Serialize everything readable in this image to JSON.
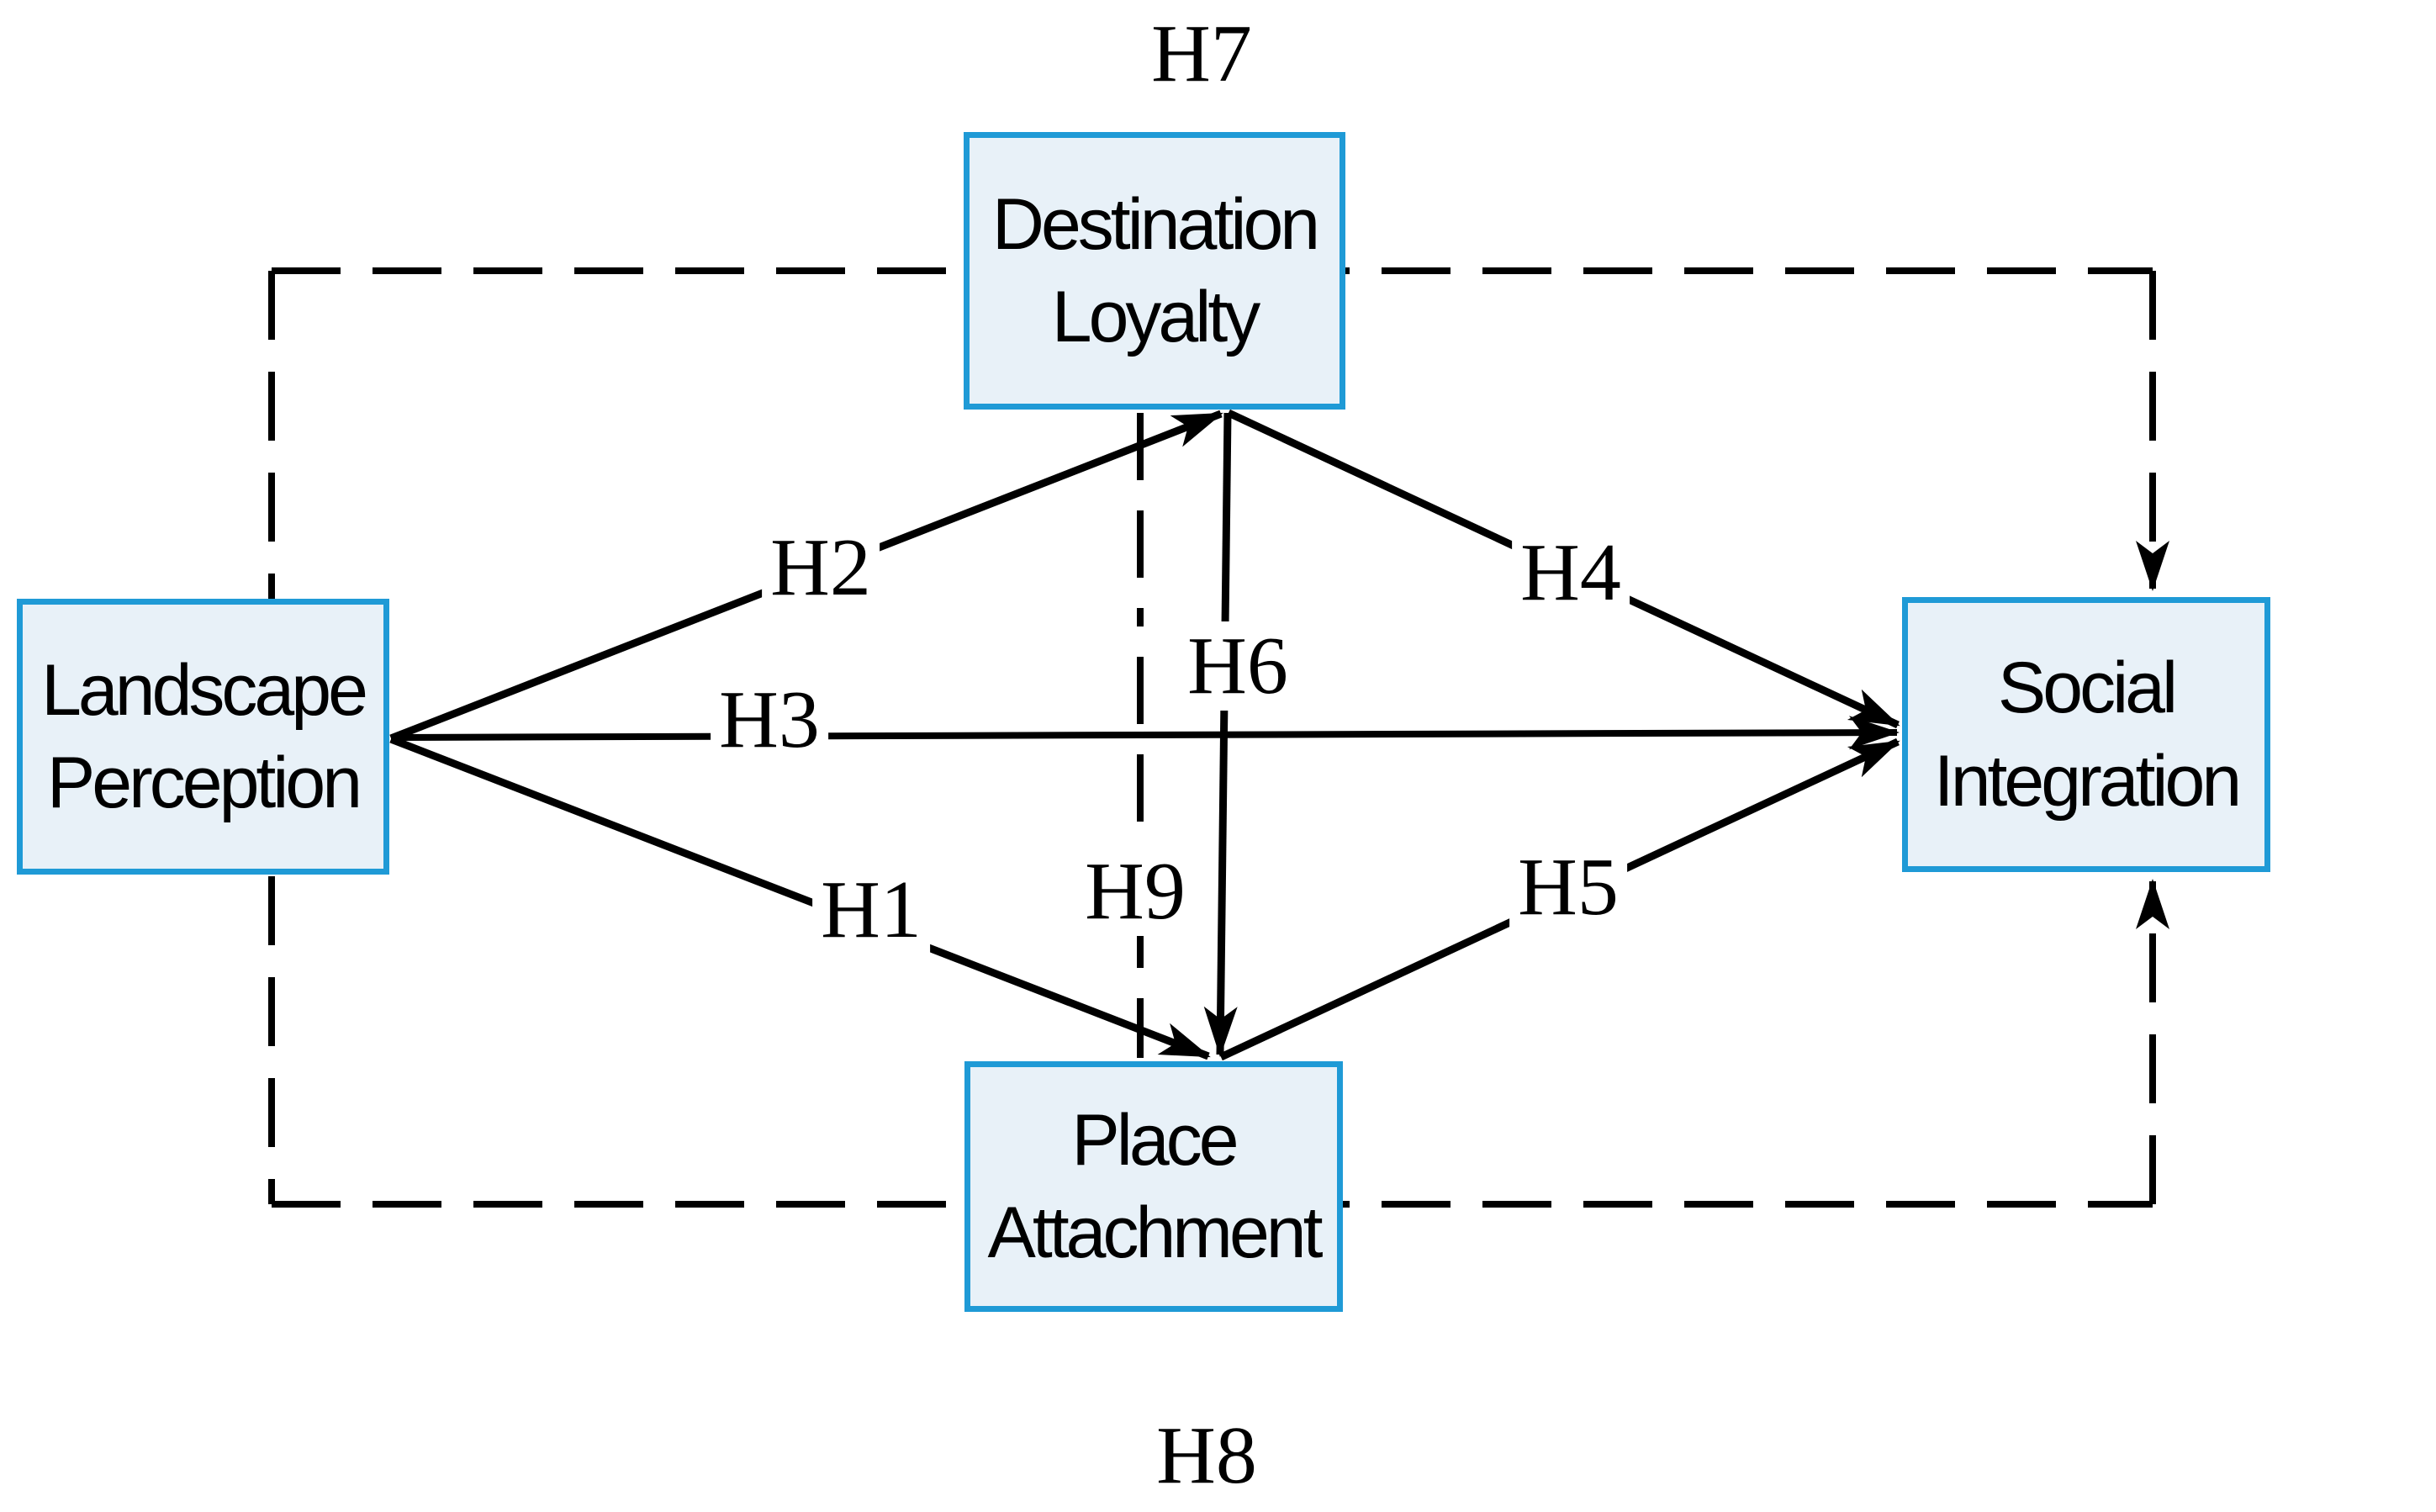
{
  "figure": {
    "type": "hypothesis-path-model-diagram",
    "background": "#ffffff"
  },
  "colors": {
    "box_border": "#1f9ad6",
    "box_fill": "#e8f1f8",
    "line": "#000000",
    "text": "#000000"
  },
  "boxes": {
    "landscape_perception": {
      "line1": "Landscape",
      "line2": "Perception"
    },
    "destination_loyalty": {
      "line1": "Destination",
      "line2": "Loyalty"
    },
    "social_integration": {
      "line1": "Social",
      "line2": "Integration"
    },
    "place_attachment": {
      "line1": "Place",
      "line2": "Attachment"
    }
  },
  "hypotheses": {
    "h1": "H1",
    "h2": "H2",
    "h3": "H3",
    "h4": "H4",
    "h5": "H5",
    "h6": "H6",
    "h7": "H7",
    "h8": "H8",
    "h9": "H9"
  },
  "edges": [
    {
      "label": "H1",
      "from": "Landscape Perception",
      "to": "Place Attachment",
      "style": "solid-arrow"
    },
    {
      "label": "H2",
      "from": "Landscape Perception",
      "to": "Destination Loyalty",
      "style": "solid-arrow"
    },
    {
      "label": "H3",
      "from": "Landscape Perception",
      "to": "Social Integration",
      "style": "solid-arrow"
    },
    {
      "label": "H4",
      "from": "Destination Loyalty",
      "to": "Social Integration",
      "style": "solid-arrow"
    },
    {
      "label": "H5",
      "from": "Place Attachment",
      "to": "Social Integration",
      "style": "solid-arrow"
    },
    {
      "label": "H6",
      "from": "Destination Loyalty",
      "to": "Place Attachment",
      "style": "solid-arrow"
    },
    {
      "label": "H7",
      "from": "Landscape Perception",
      "via": "Destination Loyalty",
      "to": "Social Integration",
      "style": "dashed-arrow"
    },
    {
      "label": "H8",
      "from": "Landscape Perception",
      "via": "Place Attachment",
      "to": "Social Integration",
      "style": "dashed-arrow"
    },
    {
      "label": "H9",
      "from": "Destination Loyalty",
      "to": "Place Attachment",
      "style": "dash-dot-line"
    }
  ]
}
